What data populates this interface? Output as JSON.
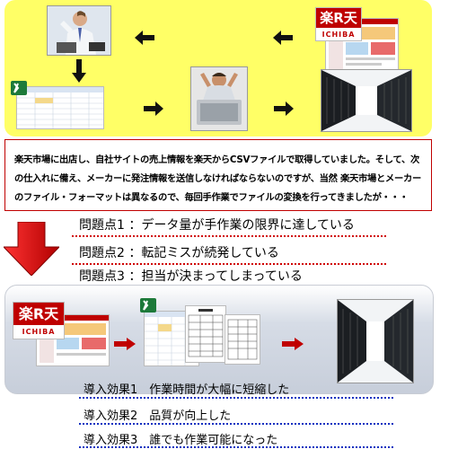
{
  "rakuten_logo": {
    "top": "楽R天",
    "bottom": "ICHIBA"
  },
  "description": "楽天市場に出店し、自社サイトの売上情報を楽天からCSVファイルで取得していました。そして、次の仕入れに備え、メーカーに発注情報を送信しなければならないのですが、当然 楽天市場とメーカーのファイル・フォーマットは異なるので、毎回手作業でファイルの変換を行ってきましたが・・・",
  "problems": [
    "問題点1 ：データ量が手作業の限界に達している",
    "問題点2 ：転記ミスが続発している",
    "問題点3 ：担当が決まってしまっている"
  ],
  "effects": [
    "導入効果1　作業時間が大幅に短縮した",
    "導入効果2　品質が向上した",
    "導入効果3　誰でも作業可能になった"
  ],
  "colors": {
    "top_panel": "#ffff66",
    "arrow_red": "#cc0000",
    "dotted_red": "#d00000",
    "dotted_blue": "#1030c0"
  }
}
